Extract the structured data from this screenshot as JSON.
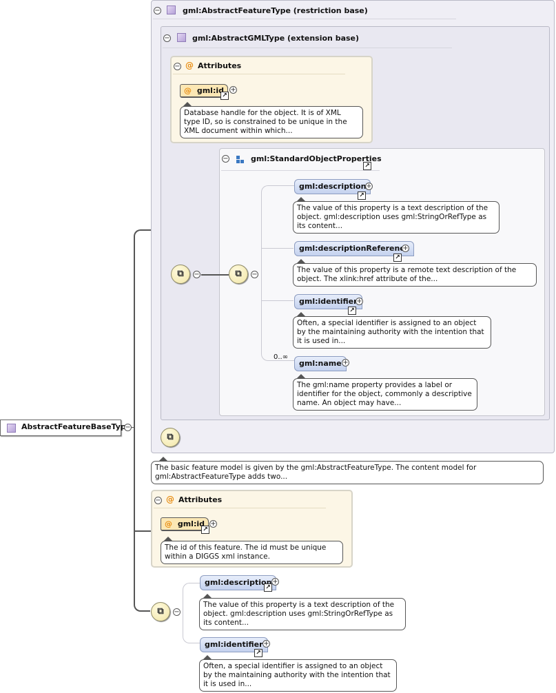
{
  "root": {
    "label": "AbstractFeatureBaseType"
  },
  "restriction": {
    "title": "gml:AbstractFeatureType (restriction base)",
    "extension": {
      "title": "gml:AbstractGMLType (extension base)",
      "attributes": {
        "title": "Attributes",
        "attr_name": "gml:id",
        "doc": "Database handle for the object. It is of XML type ID, so is constrained to be unique in the XML document within which..."
      },
      "std_props": {
        "title": "gml:StandardObjectProperties",
        "elements": [
          {
            "name": "gml:description",
            "doc": "The value of this property is a text description of the object. gml:description uses gml:StringOrRefType as its content..."
          },
          {
            "name": "gml:descriptionReference",
            "doc": "The value of this property is a remote text description of the object. The xlink:href attribute of the..."
          },
          {
            "name": "gml:identifier",
            "doc": "Often, a special identifier is assigned to an object by the maintaining authority with the intention that it is used in..."
          },
          {
            "name": "gml:name",
            "cardinality": "0..∞",
            "doc": "The gml:name property provides a label or identifier for the object, commonly a descriptive name. An object may have..."
          }
        ]
      }
    },
    "doc": "The basic feature model is given by the gml:AbstractFeatureType. The content model for gml:AbstractFeatureType adds two..."
  },
  "own_attributes": {
    "title": "Attributes",
    "attr_name": "gml:id",
    "doc": "The id of this feature. The id must be unique within a DIGGS xml instance."
  },
  "own_elements": [
    {
      "name": "gml:description",
      "doc": "The value of this property is a text description of the object. gml:description uses gml:StringOrRefType as its content..."
    },
    {
      "name": "gml:identifier",
      "doc": "Often, a special identifier is assigned to an object by the maintaining authority with the intention that it is used in..."
    }
  ],
  "icons": {
    "collapse": "minus-circle-icon",
    "expand": "plus-circle-icon",
    "link": "link-arrow-icon",
    "sequence": "sequence-compositor-icon",
    "attribute": "attribute-at-icon",
    "type": "complex-type-icon"
  },
  "colors": {
    "element_fill": "#c3d1ee",
    "attribute_panel": "#fcf6e6",
    "attribute_fill": "#fbe7b4",
    "type_panel": "#efeef5",
    "sequence_fill": "#f1e5a5"
  }
}
